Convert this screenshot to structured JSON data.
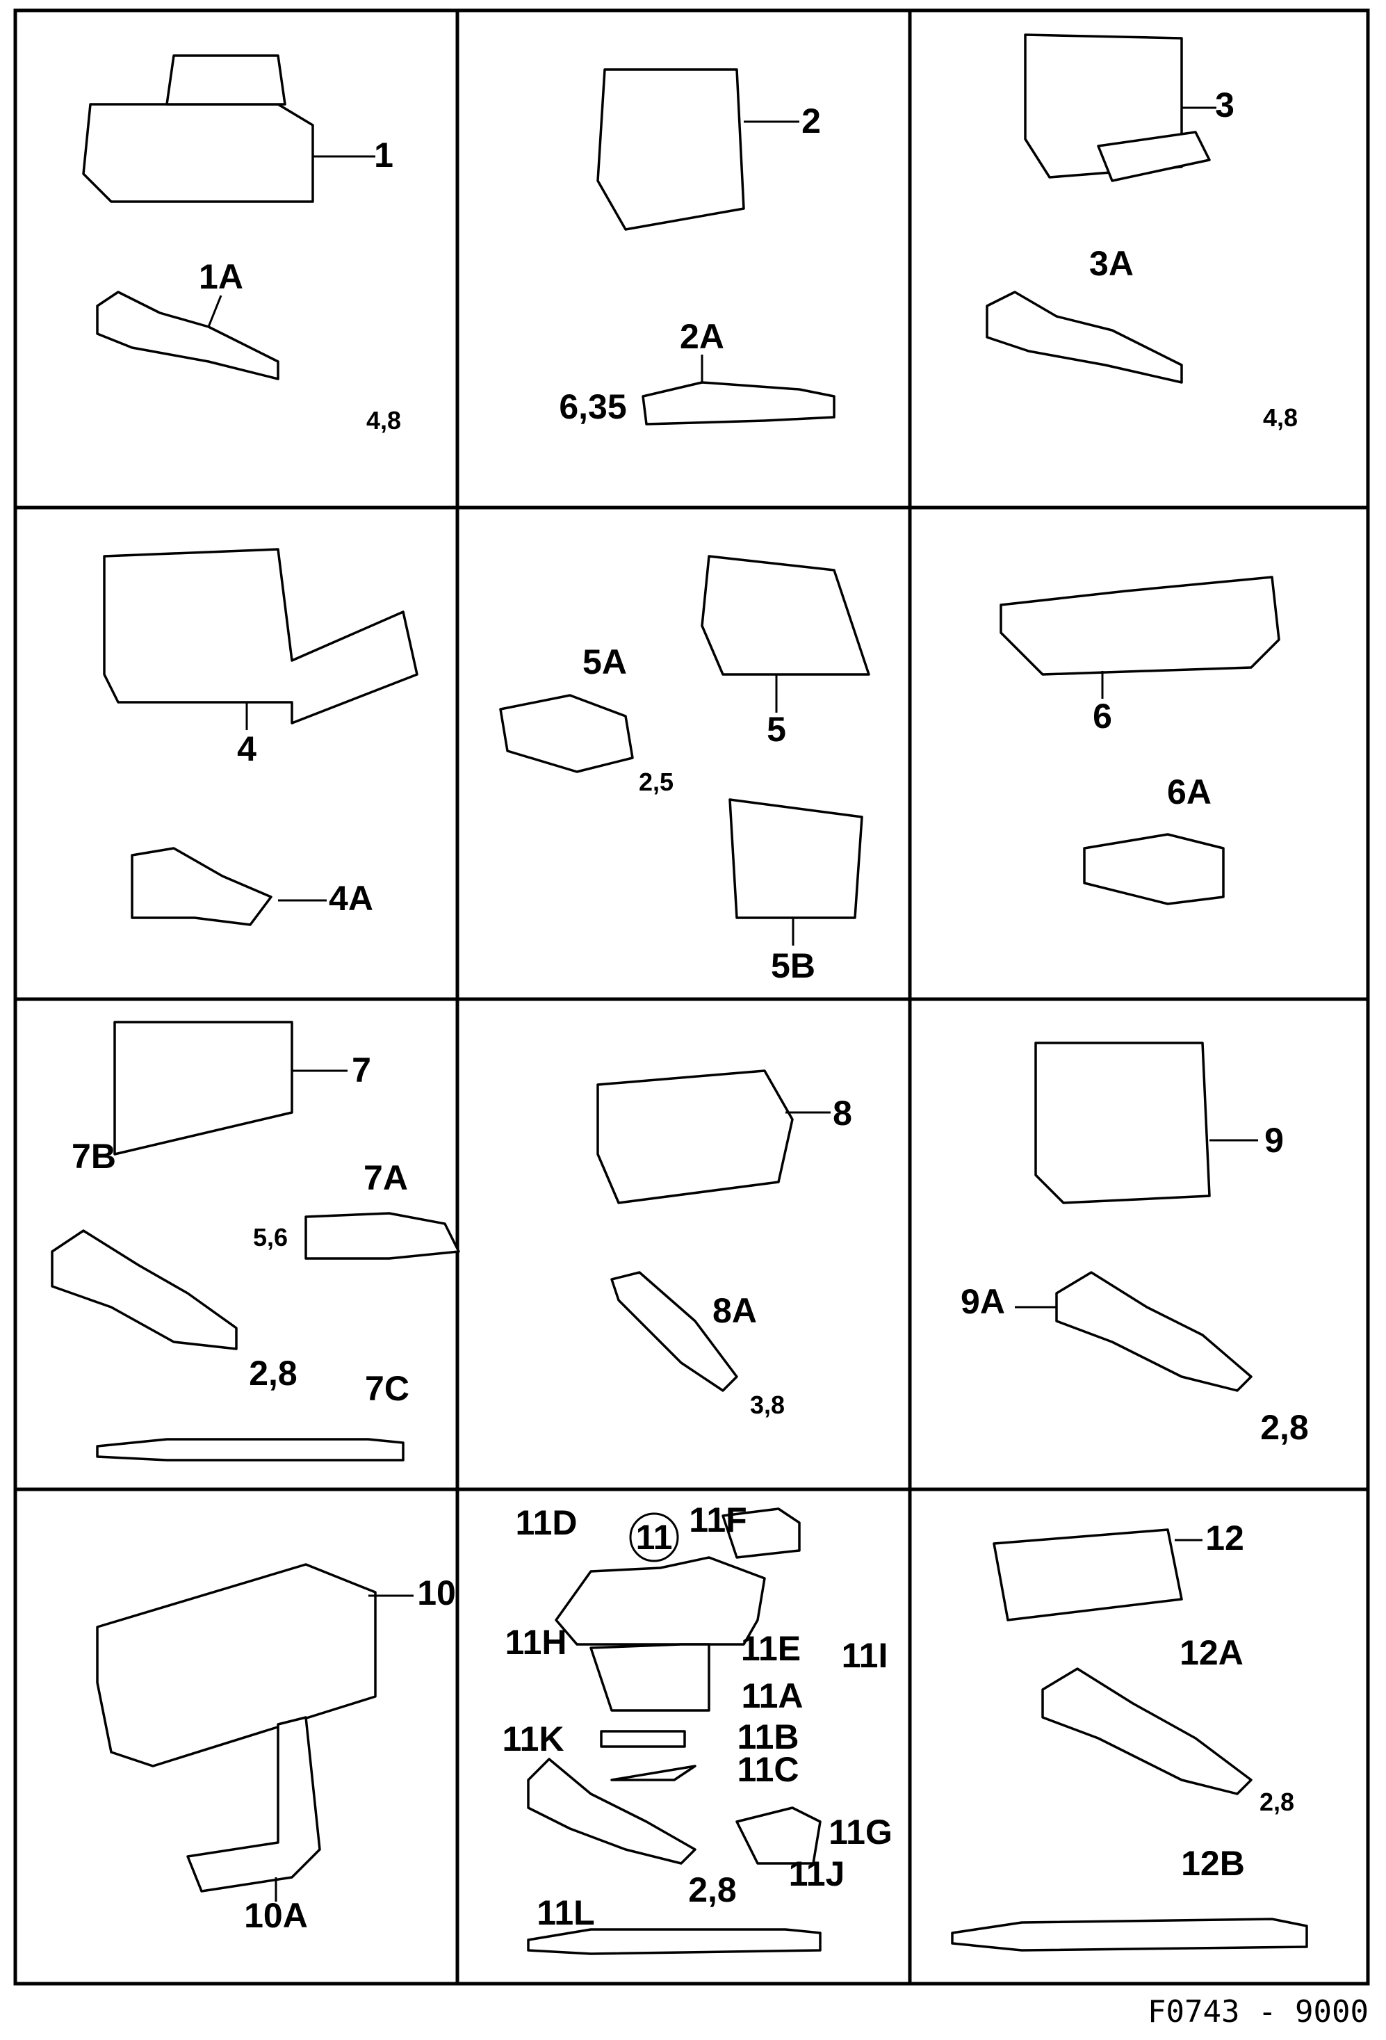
{
  "cells": [
    {
      "labels": [
        "1",
        "1A"
      ],
      "dims": [
        "4,8"
      ]
    },
    {
      "labels": [
        "2",
        "2A"
      ],
      "dims": [
        "6,35"
      ]
    },
    {
      "labels": [
        "3",
        "3A"
      ],
      "dims": [
        "4,8"
      ]
    },
    {
      "labels": [
        "4",
        "4A"
      ],
      "dims": []
    },
    {
      "labels": [
        "5A",
        "5",
        "5B"
      ],
      "dims": [
        "2,5"
      ]
    },
    {
      "labels": [
        "6",
        "6A"
      ],
      "dims": []
    },
    {
      "labels": [
        "7",
        "7B",
        "7A",
        "7C"
      ],
      "dims": [
        "5,6",
        "2,8"
      ]
    },
    {
      "labels": [
        "8",
        "8A"
      ],
      "dims": [
        "3,8"
      ]
    },
    {
      "labels": [
        "9",
        "9A"
      ],
      "dims": [
        "2,8"
      ]
    },
    {
      "labels": [
        "10",
        "10A"
      ],
      "dims": []
    },
    {
      "labels": [
        "11D",
        "11",
        "11F",
        "11H",
        "11E",
        "11I",
        "11A",
        "11K",
        "11B",
        "11C",
        "11G",
        "11J",
        "11L"
      ],
      "dims": [
        "2,8"
      ]
    },
    {
      "labels": [
        "12",
        "12A",
        "12B"
      ],
      "dims": [
        "2,8"
      ]
    }
  ],
  "footer": {
    "code": "F0743 - 9000"
  }
}
